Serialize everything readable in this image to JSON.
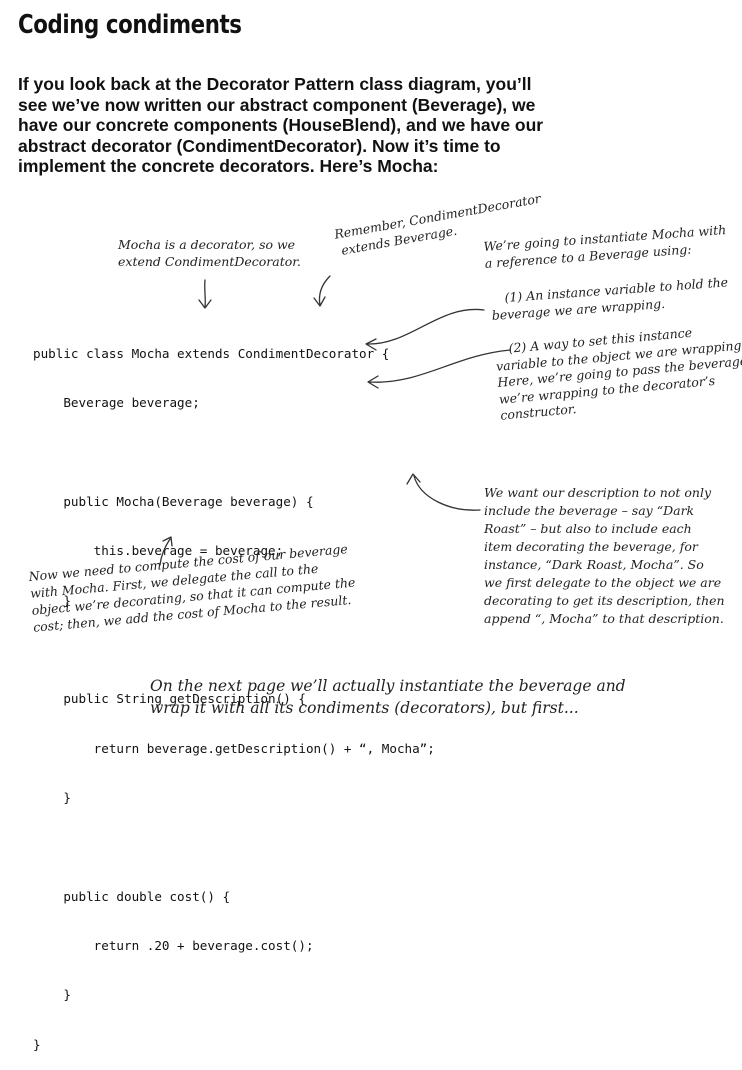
{
  "title": "Coding condiments",
  "intro_lines": [
    "If you look back at the Decorator Pattern class diagram, you’ll",
    "see we’ve now written our abstract component (Beverage), we",
    "have our concrete components (HouseBlend), and we have our",
    "abstract decorator (CondimentDecorator).  Now it’s time to",
    "implement the concrete decorators.  Here’s Mocha:"
  ],
  "code_lines": [
    "public class Mocha extends CondimentDecorator {",
    "    Beverage beverage;",
    "",
    "    public Mocha(Beverage beverage) {",
    "        this.beverage = beverage;",
    "    }",
    "",
    "    public String getDescription() {",
    "        return beverage.getDescription() + “, Mocha”;",
    "    }",
    "",
    "    public double cost() {",
    "        return .20 + beverage.cost();",
    "    }",
    "}"
  ],
  "notes": {
    "mocha_decorator": [
      "Mocha is a decorator, so we",
      "extend CondimentDecorator."
    ],
    "remember": [
      "Remember, CondimentDecorator",
      "extends Beverage."
    ],
    "instantiate": [
      "We’re going to instantiate Mocha with",
      "a reference to a Beverage using:"
    ],
    "instance_var": [
      "(1)  An instance variable to hold the",
      "beverage we are wrapping."
    ],
    "set_instance": [
      "(2)  A way to set this instance",
      "variable to the object we are wrapping.",
      "Here, we’re going to pass the beverage",
      "we’re wrapping to the decorator’s",
      "constructor."
    ],
    "description": [
      "We want our description to not only",
      "include the beverage – say “Dark",
      "Roast” – but also to include each",
      "item decorating the beverage, for",
      "instance, “Dark Roast,  Mocha”.  So",
      "we first delegate to the object we are",
      "decorating to get its description, then",
      "append “, Mocha” to that description."
    ],
    "cost": [
      "Now we need to compute the cost of our beverage",
      "with Mocha.  First, we delegate the call to the",
      "object we’re decorating, so that it can compute the",
      "cost; then, we add the cost of Mocha to the result."
    ]
  },
  "footer_lines": [
    "On the next page we’ll actually instantiate the beverage and",
    "wrap it with all its condiments (decorators), but first..."
  ]
}
